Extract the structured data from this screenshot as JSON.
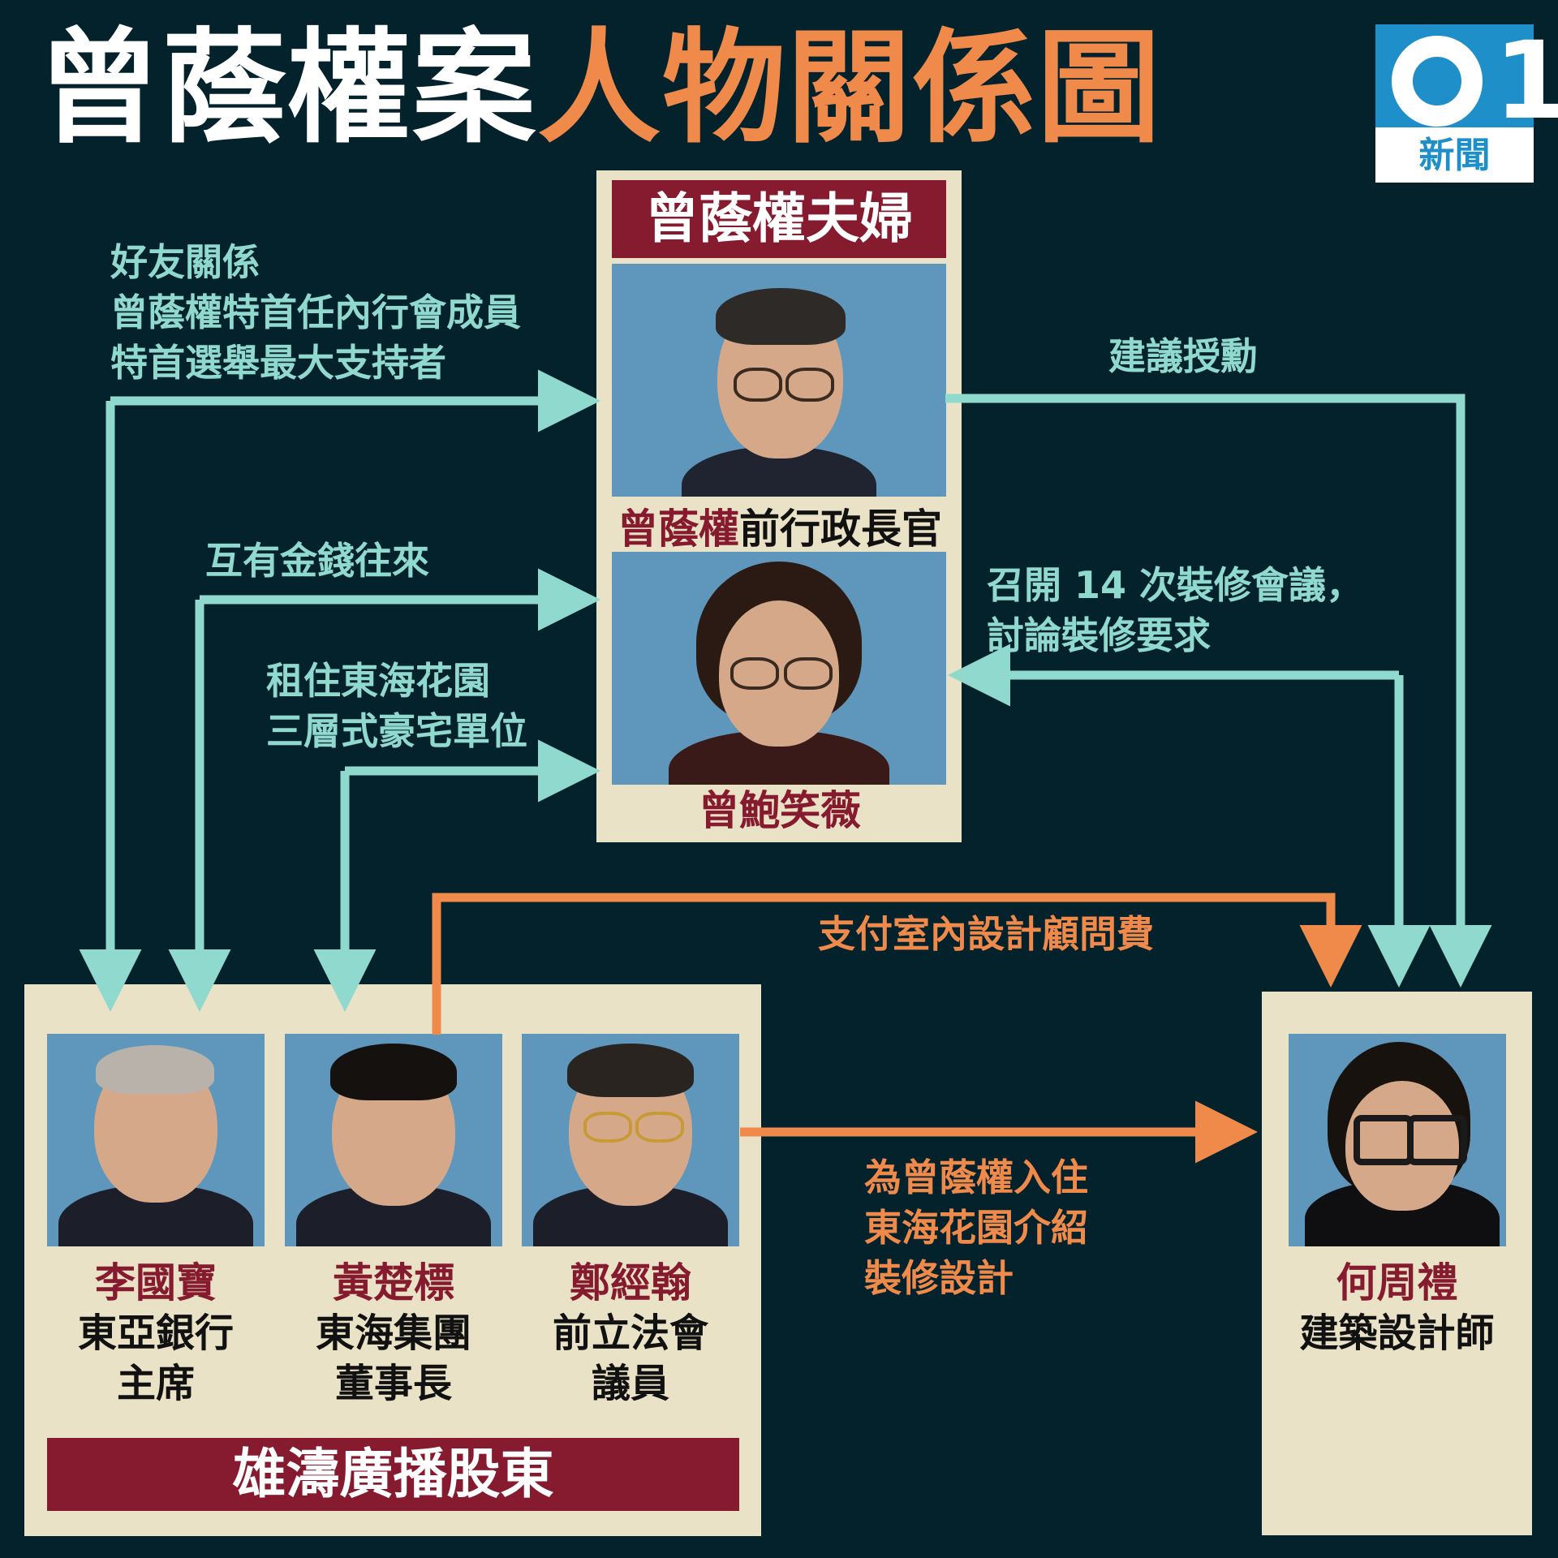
{
  "title": {
    "part1": "曾蔭權案",
    "part2": "人物關係圖"
  },
  "logo": {
    "mark": "1",
    "text": "新聞"
  },
  "couple": {
    "banner": "曾蔭權夫婦",
    "tsang": {
      "name": "曾蔭權",
      "role": "前行政長官"
    },
    "wife": {
      "name": "曾鮑笑薇"
    }
  },
  "shareholders": {
    "banner": "雄濤廣播股東",
    "people": [
      {
        "name": "李國寶",
        "role": "東亞銀行\n主席"
      },
      {
        "name": "黃楚標",
        "role": "東海集團\n董事長"
      },
      {
        "name": "鄭經翰",
        "role": "前立法會\n議員"
      }
    ]
  },
  "designer": {
    "name": "何周禮",
    "role": "建築設計師"
  },
  "relations": {
    "friends": "好友關係\n曾蔭權特首任內行會成員\n特首選舉最大支持者",
    "money": "互有金錢往來",
    "rent": "租住東海花園\n三層式豪宅單位",
    "award": "建議授勳",
    "meetings": "召開 14 次裝修會議，\n討論裝修要求",
    "fee": "支付室內設計顧問費",
    "intro": "為曾蔭權入住\n東海花園介紹\n裝修設計"
  },
  "colors": {
    "teal": "#8fd9ce",
    "orange": "#f08a4b",
    "red": "#861a2e",
    "beige": "#eae2c7",
    "navy": "#04222c",
    "photo_bg": "#5e97bb"
  }
}
